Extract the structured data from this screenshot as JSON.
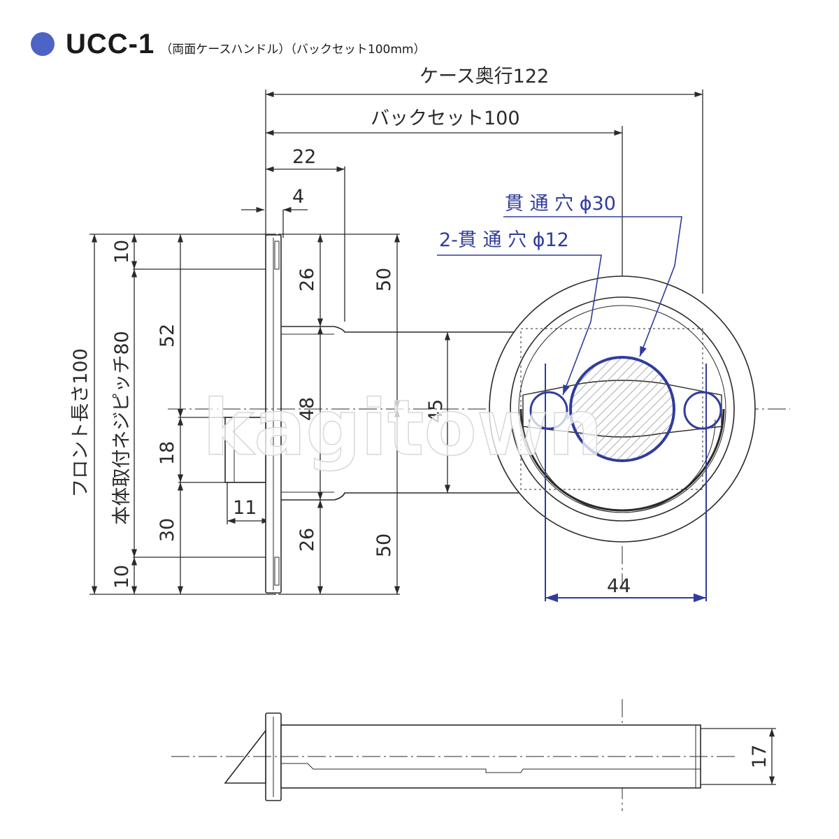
{
  "header": {
    "model": "UCC-1",
    "subtitle": "（両面ケースハンドル）（バックセット100mm）"
  },
  "colors": {
    "bullet": "#4d64c6",
    "accent": "#303c9c",
    "line": "#2a2a2a"
  },
  "dimensions": {
    "case_depth": "ケース奥行122",
    "backset": "バックセット100",
    "d22": "22",
    "d4": "4",
    "d10_top": "10",
    "d26_top": "26",
    "d50_top": "50",
    "d52": "52",
    "d48": "48",
    "d45": "45",
    "d18": "18",
    "d11": "11",
    "d30": "30",
    "d26_bottom": "26",
    "d50_bottom": "50",
    "d10_bottom": "10",
    "front_length": "フロント長さ100",
    "screw_pitch": "本体取付ネジピッチ80",
    "d44": "44",
    "d17": "17"
  },
  "callouts": {
    "hole30": "貫 通 穴 ϕ30",
    "hole12": "2-貫 通 穴 ϕ12"
  },
  "watermark": "kagitown"
}
